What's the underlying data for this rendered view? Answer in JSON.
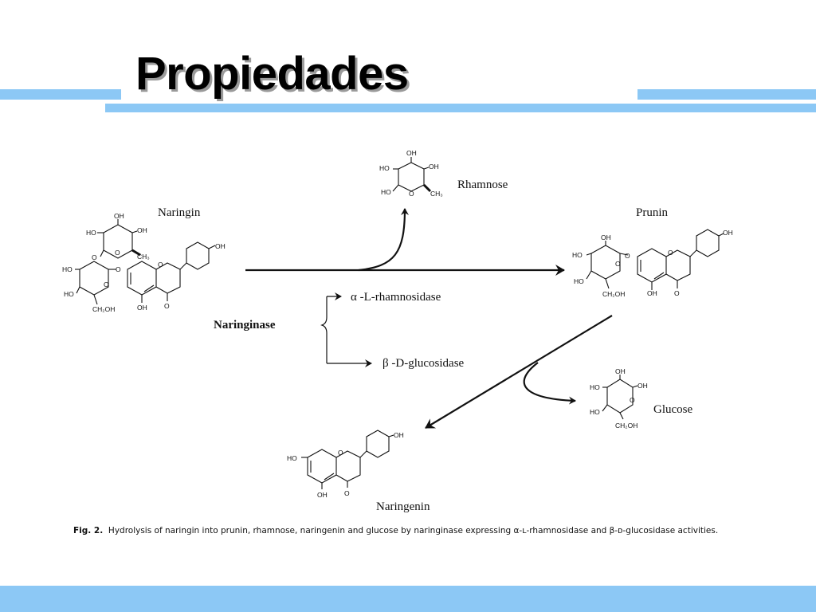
{
  "slide": {
    "title": "Propiedades"
  },
  "compounds": {
    "naringin": "Naringin",
    "rhamnose": "Rhamnose",
    "prunin": "Prunin",
    "glucose": "Glucose",
    "naringenin": "Naringenin"
  },
  "enzyme": {
    "name": "Naringinase",
    "activity_1": "α -L-rhamnosidase",
    "activity_2": "β -D-glucosidase"
  },
  "atoms": {
    "OH": "OH",
    "HO": "HO",
    "O": "O",
    "CH3": "CH₃",
    "CH2OH": "CH₂OH"
  },
  "caption": {
    "label": "Fig. 2.",
    "text": "Hydrolysis of naringin into prunin, rhamnose, naringenin and glucose by naringinase expressing α-ʟ-rhamnosidase and β-ᴅ-glucosidase activities."
  }
}
